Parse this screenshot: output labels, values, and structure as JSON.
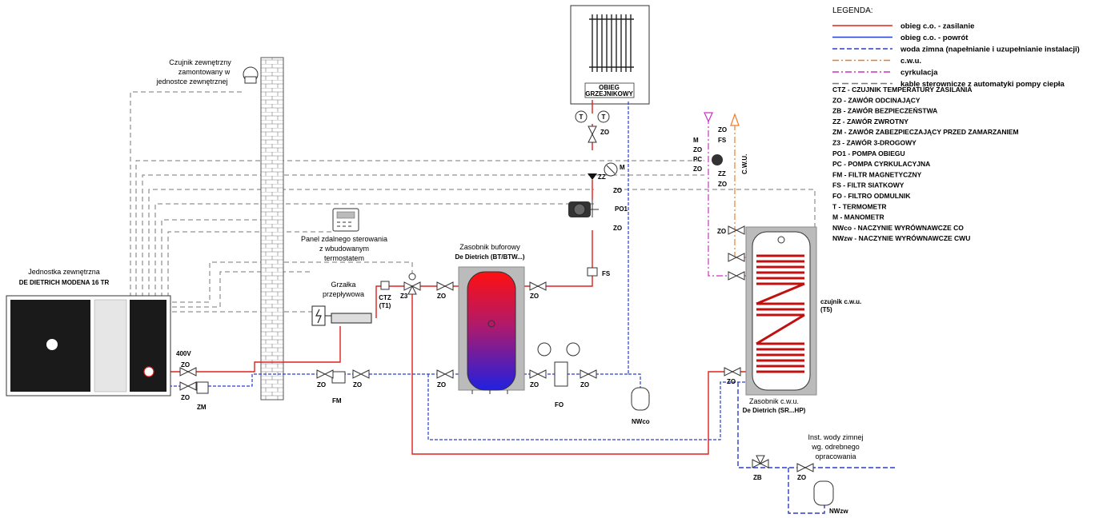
{
  "legend": {
    "title": "LEGENDA:",
    "items": [
      {
        "label": "obieg c.o. - zasilanie",
        "color": "#e0201c",
        "style": "solid"
      },
      {
        "label": "obieg c.o. - powrót",
        "color": "#2a3fcf",
        "style": "solid"
      },
      {
        "label": "woda zimna (napełnianie i uzupełnianie instalacji)",
        "color": "#2a3fcf",
        "style": "dotted-square"
      },
      {
        "label": "c.w.u.",
        "color": "#f07a2a",
        "style": "dashdot"
      },
      {
        "label": "cyrkulacja",
        "color": "#d030c0",
        "style": "dashdot"
      },
      {
        "label": "kable sterownicze z automatyki pompy ciepła",
        "color": "#777777",
        "style": "dashed"
      }
    ],
    "abbreviations": [
      "CTZ - CZUJNIK TEMPERATURY ZASILANIA",
      "ZO - ZAWÓR ODCINAJĄCY",
      "ZB - ZAWÓR BEZPIECZEŃSTWA",
      "ZZ - ZAWÓR ZWROTNY",
      "ZM - ZAWÓR ZABEZPIECZAJĄCY PRZED ZAMARZANIEM",
      "Z3 - ZAWÓR 3-DROGOWY",
      "PO1 - POMPA OBIEGU",
      "PC - POMPA CYRKULACYJNA",
      "FM - FILTR MAGNETYCZNY",
      "FS - FILTR SIATKOWY",
      "FO - FILTRO ODMULNIK",
      "T - TERMOMETR",
      "M - MANOMETR",
      "NWco - NACZYNIE WYRÓWNAWCZE CO",
      "NWzw - NACZYNIE WYRÓWNAWCZE CWU"
    ]
  },
  "labels": {
    "outdoor_sensor": [
      "Czujnik zewnętrzny",
      "zamontowany w",
      "jednostce zewnętrznej"
    ],
    "outdoor_unit": [
      "Jednostka zewnętrzna",
      "DE DIETRICH MODENA 16 TR"
    ],
    "remote_panel": [
      "Panel zdalnego sterowania",
      "z wbudowanym",
      "termostatem"
    ],
    "heater": [
      "Grzałka",
      "przepływowa"
    ],
    "buffer_tank": [
      "Zasobnik buforowy",
      "De Dietrich (BT/BTW...)"
    ],
    "dhw_tank": [
      "Zasobnik c.w.u.",
      "De Dietrich (SR...HP)"
    ],
    "cold_water": [
      "Inst. wody zimnej",
      "wg. odrebnego",
      "opracowania"
    ],
    "radiator_circuit": [
      "OBIEG",
      "GRZEJNIKOWY"
    ],
    "dhw_sensor": [
      "czujnik c.w.u.",
      "(T5)"
    ],
    "ctz": [
      "CTZ",
      "(T1)"
    ],
    "power": "400V",
    "cwu_vertical": "C.W.U.",
    "zo": "ZO",
    "zz": "ZZ",
    "zm": "ZM",
    "fm": "FM",
    "fo": "FO",
    "fs": "FS",
    "z3": "Z3",
    "zb": "ZB",
    "pc": "PC",
    "m": "M",
    "t": "T",
    "po1": "PO1",
    "nwco": "NWco",
    "nwzw": "NWzw"
  },
  "colors": {
    "supply": "#e0201c",
    "return": "#2a3fcf",
    "dhw": "#f07a2a",
    "circulation": "#d030c0",
    "control": "#777777",
    "wall": "#cfcfcf"
  }
}
